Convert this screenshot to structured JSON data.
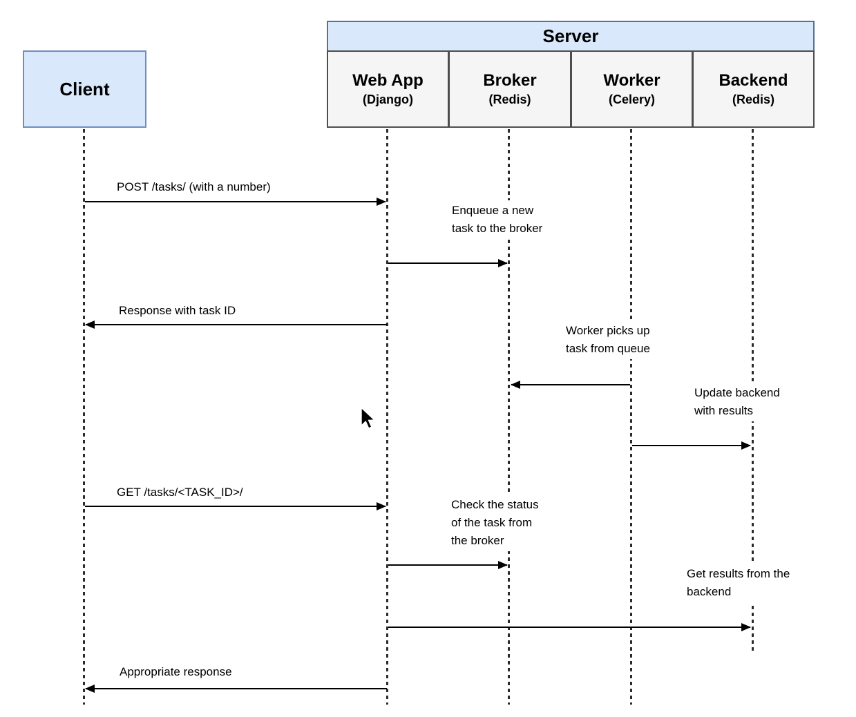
{
  "diagram_type": "sequence-diagram",
  "actors": {
    "client": {
      "label": "Client"
    },
    "server_group": {
      "label": "Server"
    },
    "participants": [
      {
        "label": "Web App",
        "sublabel": "(Django)"
      },
      {
        "label": "Broker",
        "sublabel": "(Redis)"
      },
      {
        "label": "Worker",
        "sublabel": "(Celery)"
      },
      {
        "label": "Backend",
        "sublabel": "(Redis)"
      }
    ]
  },
  "messages": [
    {
      "from": "Client",
      "to": "Web App",
      "label": "POST /tasks/ (with a number)"
    },
    {
      "from": "Web App",
      "to": "Broker",
      "label": "Enqueue a new\ntask to the broker"
    },
    {
      "from": "Web App",
      "to": "Client",
      "label": "Response with task ID"
    },
    {
      "from": "Worker",
      "to": "Broker",
      "label": "Worker picks up\ntask from queue"
    },
    {
      "from": "Worker",
      "to": "Backend",
      "label": "Update backend\nwith results"
    },
    {
      "from": "Client",
      "to": "Web App",
      "label": "GET /tasks/<TASK_ID>/"
    },
    {
      "from": "Web App",
      "to": "Broker",
      "label": "Check the status\nof the task from\nthe broker"
    },
    {
      "from": "Web App",
      "to": "Backend",
      "label": "Get results from the\nbackend"
    },
    {
      "from": "Web App",
      "to": "Client",
      "label": "Appropriate response"
    }
  ],
  "colors": {
    "actor_fill": "#dae8fc",
    "actor_border": "#6c8ebf",
    "participant_fill": "#f5f5f5",
    "participant_border": "#4d4d4d",
    "line": "#000000",
    "background": "#ffffff"
  }
}
